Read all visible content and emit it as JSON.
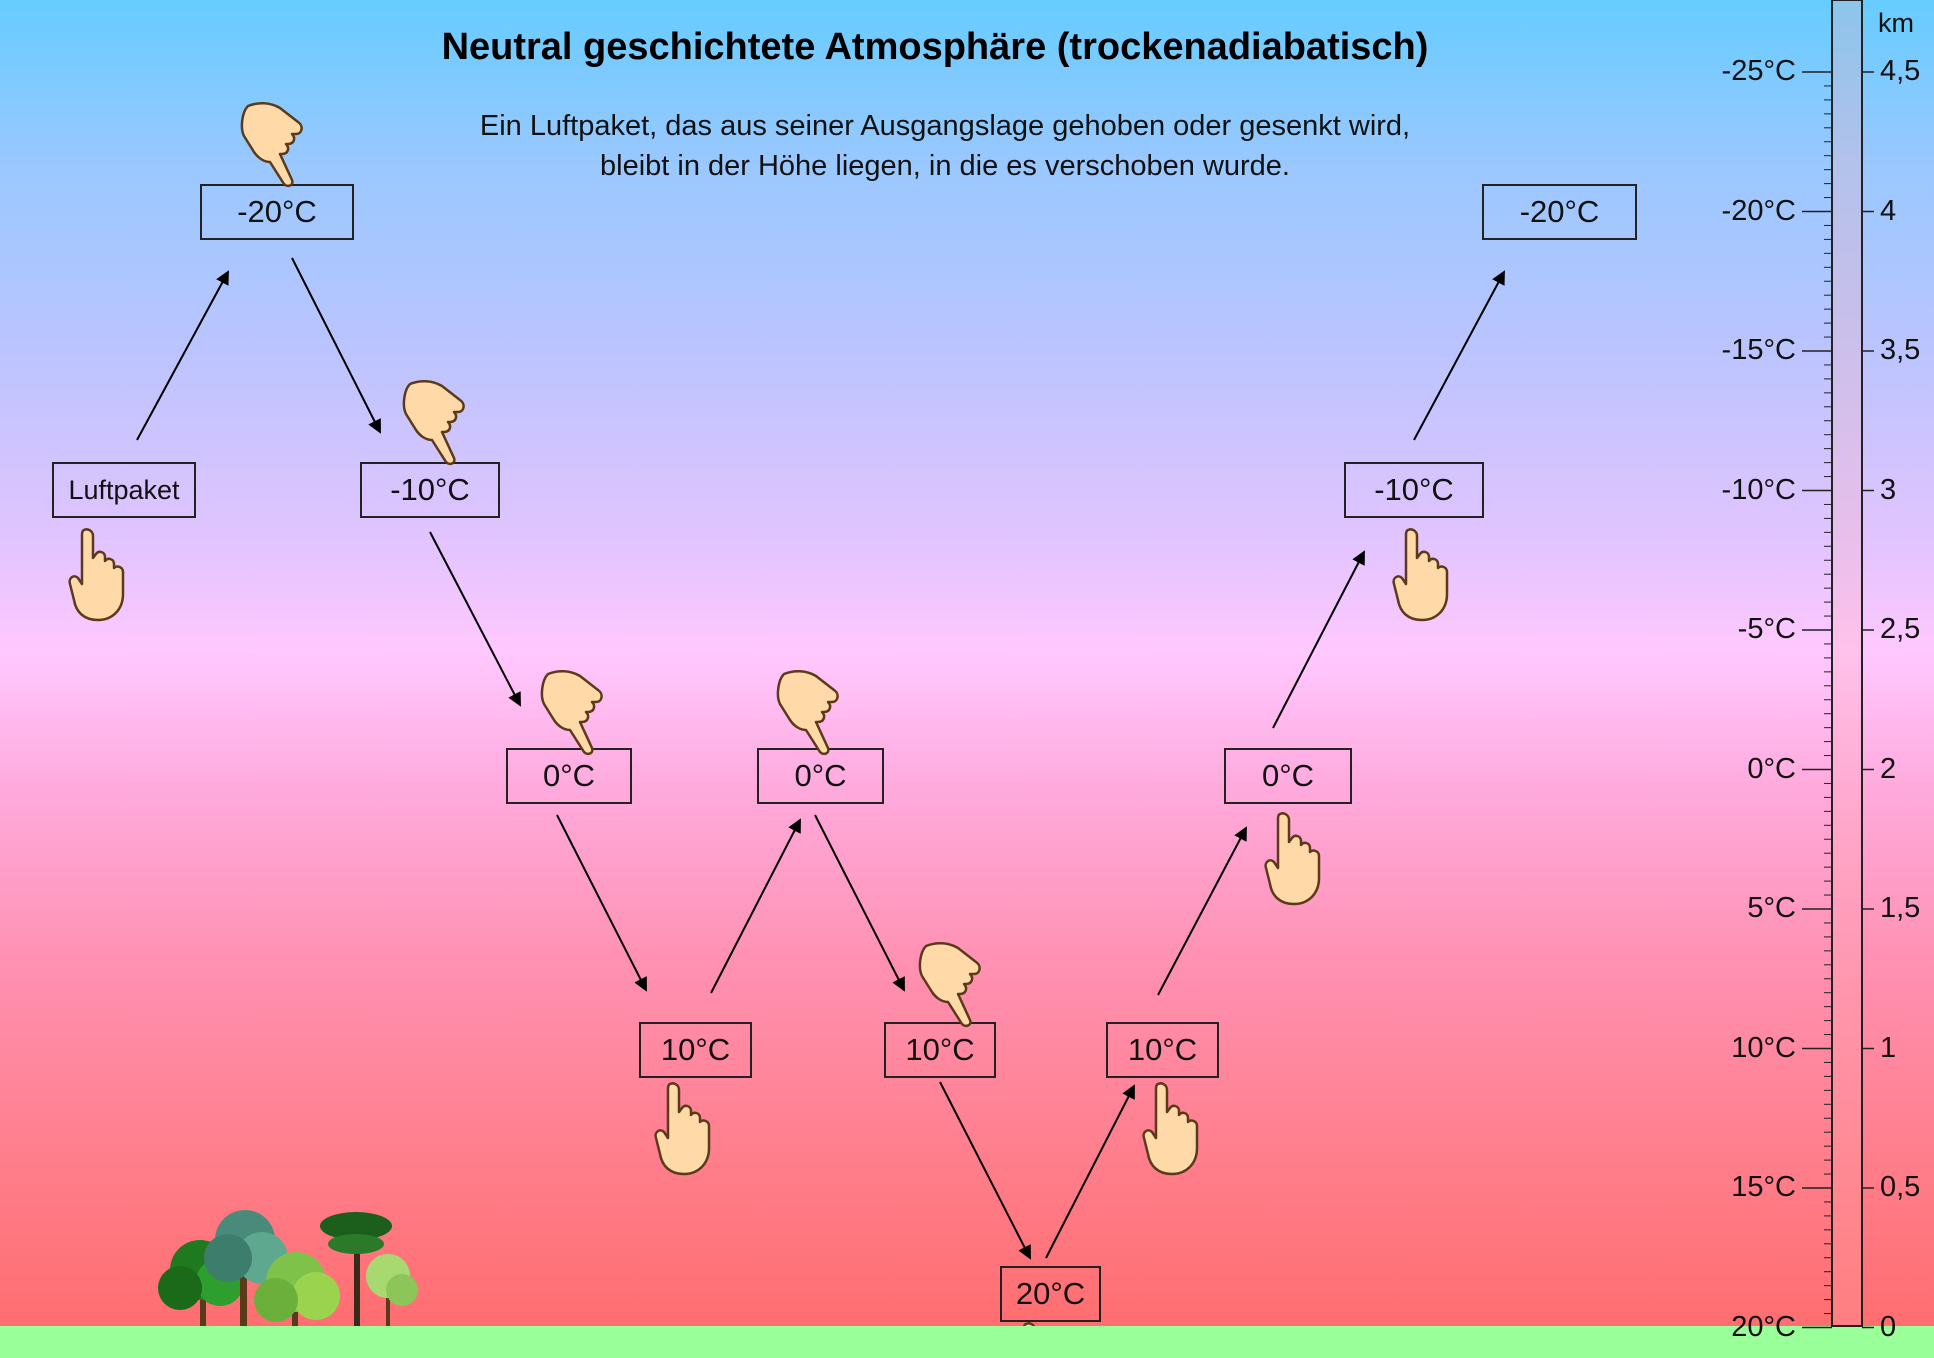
{
  "title": "Neutral geschichtete Atmosphäre (trockenadiabatisch)",
  "subtitle_lines": [
    "Ein Luftpaket, das aus seiner Ausgangslage gehoben oder gesenkt wird,",
    "bleibt in der Höhe liegen, in die es verschoben wurde."
  ],
  "boxes": [
    {
      "label": "Luftpaket"
    },
    {
      "label": "-20°C"
    },
    {
      "label": "-10°C"
    },
    {
      "label": "0°C"
    },
    {
      "label": "10°C"
    },
    {
      "label": "0°C"
    },
    {
      "label": "10°C"
    },
    {
      "label": "20°C"
    },
    {
      "label": "10°C"
    },
    {
      "label": "0°C"
    },
    {
      "label": "-10°C"
    },
    {
      "label": "-20°C"
    }
  ],
  "scale": {
    "unit": "km",
    "temperature_labels": [
      "-25°C",
      "-20°C",
      "-15°C",
      "-10°C",
      "-5°C",
      "0°C",
      "5°C",
      "10°C",
      "15°C",
      "20°C"
    ],
    "height_labels": [
      "4,5",
      "4",
      "3,5",
      "3",
      "2,5",
      "2",
      "1,5",
      "1",
      "0,5",
      "0"
    ]
  },
  "colors": {
    "sky_top": "#66ccff",
    "sky_mid": "#ffc8ff",
    "sky_bottom": "#ff6b6b",
    "ground": "#99ff99",
    "hand_fill": "#ffd9a8",
    "hand_outline": "#5a3a1a"
  },
  "icons": [
    "hand-pointer-icon",
    "tree-icon"
  ]
}
